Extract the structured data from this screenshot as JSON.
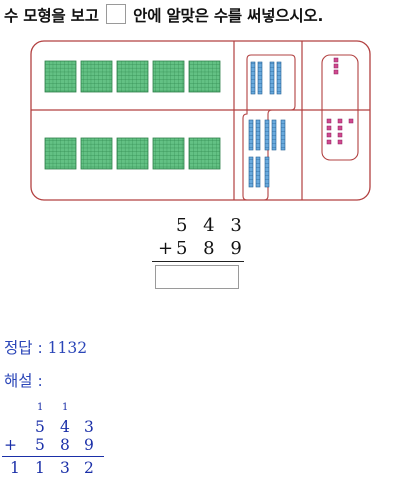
{
  "question": {
    "before": "수 모형을 보고",
    "after": "안에 알맞은 수를 써넣으시오."
  },
  "problem": {
    "top": "5 4 3",
    "op": "+",
    "bottom": "5 8 9"
  },
  "answer": {
    "label": "정답 : ",
    "value": "1132"
  },
  "explanation": {
    "label": "해설 :"
  },
  "solution": {
    "carries": [
      "1",
      "1"
    ],
    "top": [
      "5",
      "4",
      "3"
    ],
    "op": "+",
    "bottom": [
      "5",
      "8",
      "9"
    ],
    "result": [
      "1",
      "1",
      "3",
      "2"
    ]
  },
  "colors": {
    "frame": "#b24040",
    "hundreds": "#4caf6e",
    "tens": "#3f87c6",
    "ones": "#d0498f",
    "answer_text": "#2b46b8"
  }
}
